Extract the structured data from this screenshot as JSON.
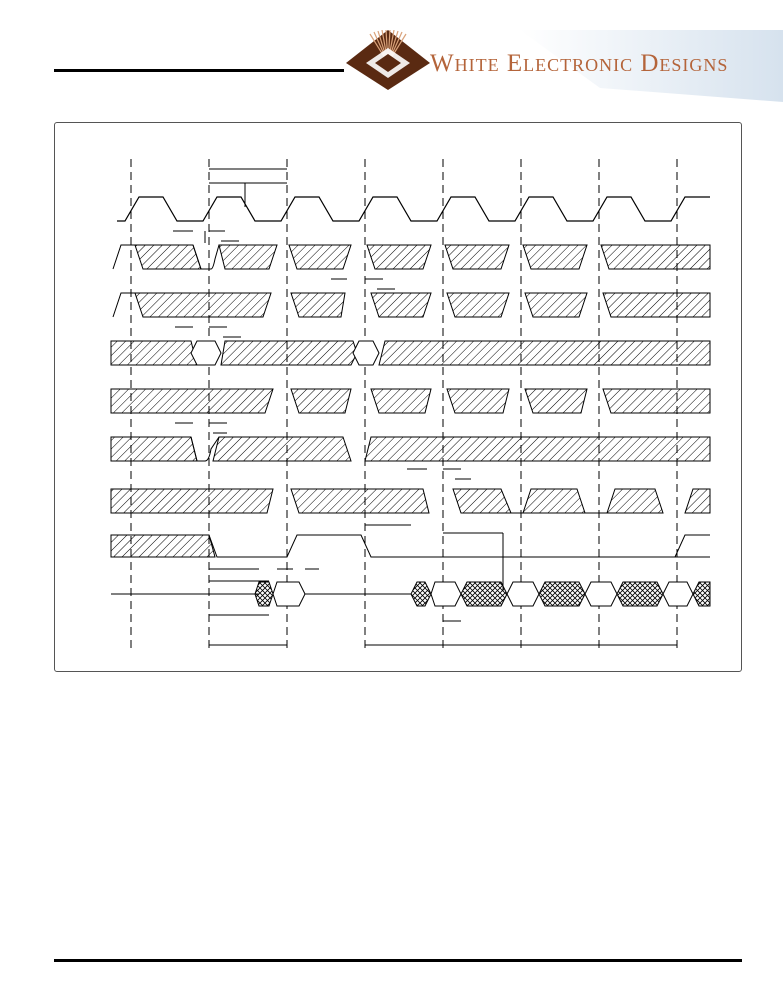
{
  "header": {
    "brand_name": "White Electronic Designs",
    "colors": {
      "brand": "#b4643a",
      "logo_dark": "#5a2a12",
      "band": "#dde8f2"
    },
    "logo_icon": "diamond-sunburst-icon"
  },
  "figure": {
    "type": "timing-diagram",
    "signal_rows": 9,
    "clock_cycles": 7
  }
}
